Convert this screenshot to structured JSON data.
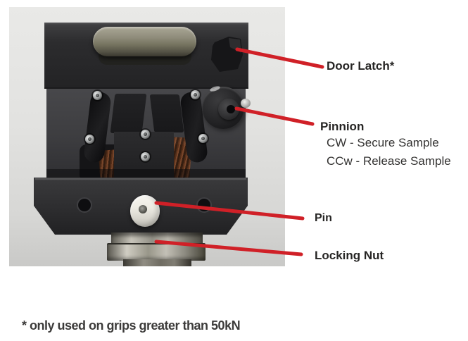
{
  "photo": {
    "description": "wedge-grip assembly photograph",
    "background_color": "#e0e0de"
  },
  "annotations": {
    "door_latch": {
      "label": "Door Latch*"
    },
    "pinion": {
      "label": "Pinnion",
      "cw_note": "CW - Secure Sample",
      "ccw_note": "CCw - Release Sample"
    },
    "pin": {
      "label": "Pin"
    },
    "locking_nut": {
      "label": "Locking Nut"
    }
  },
  "footnote": "* only used on grips greater than 50kN",
  "colors": {
    "callout_red": "#d02027",
    "label_text": "#262524",
    "footnote_text": "#3c3b3a"
  }
}
